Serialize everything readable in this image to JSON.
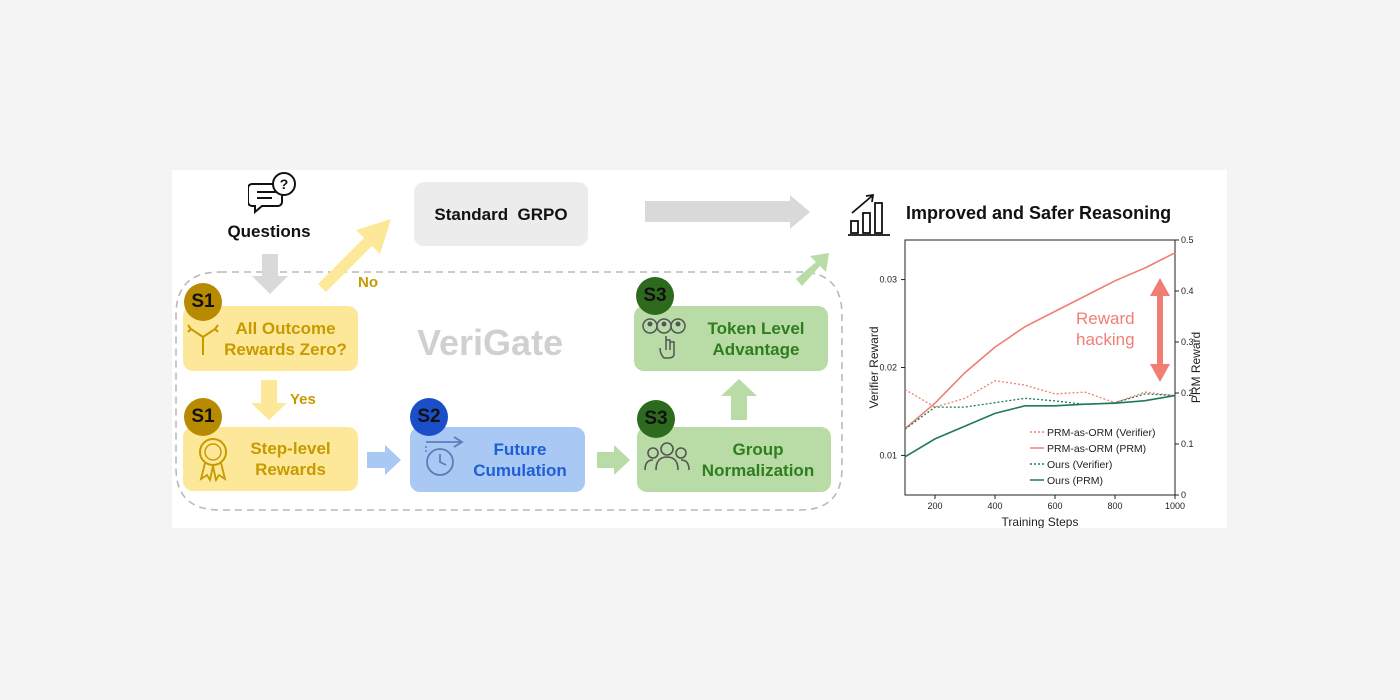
{
  "diagram": {
    "questions_label": "Questions",
    "standard_grpo": "Standard  GRPO",
    "no_label": "No",
    "yes_label": "Yes",
    "verigate_label": "VeriGate",
    "s1_badge": "S1",
    "s2_badge": "S2",
    "s3_badge": "S3",
    "all_outcome": {
      "line1": "All Outcome",
      "line2": "Rewards Zero?"
    },
    "step_level": {
      "line1": "Step-level",
      "line2": "Rewards"
    },
    "future": {
      "line1": "Future",
      "line2": "Cumulation"
    },
    "group_norm": {
      "line1": "Group",
      "line2": "Normalization"
    },
    "token_adv": {
      "line1": "Token Level",
      "line2": "Advantage"
    },
    "improved_title": "Improved and Safer Reasoning",
    "reward_hacking": {
      "line1": "Reward",
      "line2": "hacking"
    }
  },
  "colors": {
    "yellow_box": "#fde89a",
    "yellow_text": "#c79a00",
    "yellow_badge": "#b88a00",
    "blue_box": "#a9c8f3",
    "blue_text": "#1f5fd6",
    "blue_badge": "#1a4fc9",
    "green_box": "#b9dca7",
    "green_text": "#2f7d1f",
    "green_badge": "#2d6a1d",
    "gray_box": "#ececec",
    "red": "#f07e74",
    "teal": "#1e7a5c"
  },
  "chart_data": {
    "type": "line",
    "xlabel": "Training Steps",
    "ylabel_left": "Verifier Reward",
    "ylabel_right": "PRM Reward",
    "x_ticks": [
      200,
      400,
      600,
      800,
      1000
    ],
    "y_left_ticks": [
      0.01,
      0.02,
      0.03
    ],
    "y_right_ticks": [
      0,
      0.1,
      0.2,
      0.3,
      0.4,
      0.5
    ],
    "x_range": [
      100,
      1000
    ],
    "y_left_range": [
      0.0055,
      0.0345
    ],
    "y_right_range": [
      0,
      0.5
    ],
    "legend_position": "lower-right",
    "series": [
      {
        "name": "PRM-as-ORM (Verifier)",
        "axis": "left",
        "style": "dotted",
        "color": "#f07e74",
        "x": [
          100,
          200,
          300,
          400,
          500,
          600,
          700,
          800,
          900,
          1000
        ],
        "values": [
          0.0175,
          0.0155,
          0.0165,
          0.0185,
          0.018,
          0.017,
          0.0172,
          0.016,
          0.0172,
          0.0168
        ]
      },
      {
        "name": "PRM-as-ORM (PRM)",
        "axis": "right",
        "style": "solid",
        "color": "#f07e74",
        "x": [
          100,
          200,
          300,
          400,
          500,
          600,
          700,
          800,
          900,
          1000
        ],
        "values": [
          0.13,
          0.18,
          0.24,
          0.29,
          0.33,
          0.36,
          0.39,
          0.42,
          0.445,
          0.475
        ]
      },
      {
        "name": "Ours (Verifier)",
        "axis": "left",
        "style": "dotted",
        "color": "#1e7a5c",
        "x": [
          100,
          200,
          300,
          400,
          500,
          600,
          700,
          800,
          900,
          1000
        ],
        "values": [
          0.013,
          0.0155,
          0.0155,
          0.016,
          0.0165,
          0.0162,
          0.0158,
          0.016,
          0.017,
          0.0168
        ]
      },
      {
        "name": "Ours (PRM)",
        "axis": "right",
        "style": "solid",
        "color": "#1e7a5c",
        "x": [
          100,
          200,
          300,
          400,
          500,
          600,
          700,
          800,
          900,
          1000
        ],
        "values": [
          0.075,
          0.11,
          0.135,
          0.16,
          0.175,
          0.175,
          0.178,
          0.18,
          0.185,
          0.195
        ]
      }
    ]
  }
}
